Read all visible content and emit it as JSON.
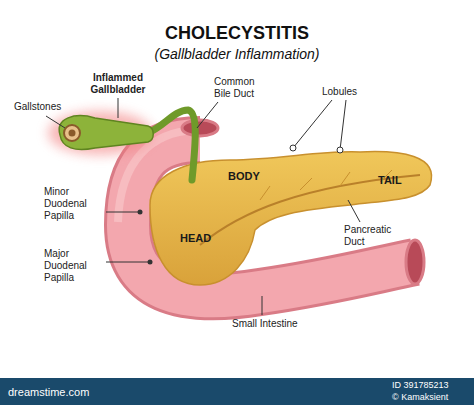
{
  "diagram": {
    "title": "CHOLECYSTITIS",
    "labels": [
      "(Gallbladder Inflammation)",
      "Inflammed Gallbladder",
      "Gallstones",
      "Common Bile Duct",
      "Lobules",
      "BODY",
      "TAIL",
      "HEAD",
      "Minor Duodenal Papilla",
      "Major Duodenal Papilla",
      "Pancreatic Duct",
      "Small Intestine",
      "dreamstime.com",
      "ID 391785213",
      "© Kamaksient"
    ]
  }
}
